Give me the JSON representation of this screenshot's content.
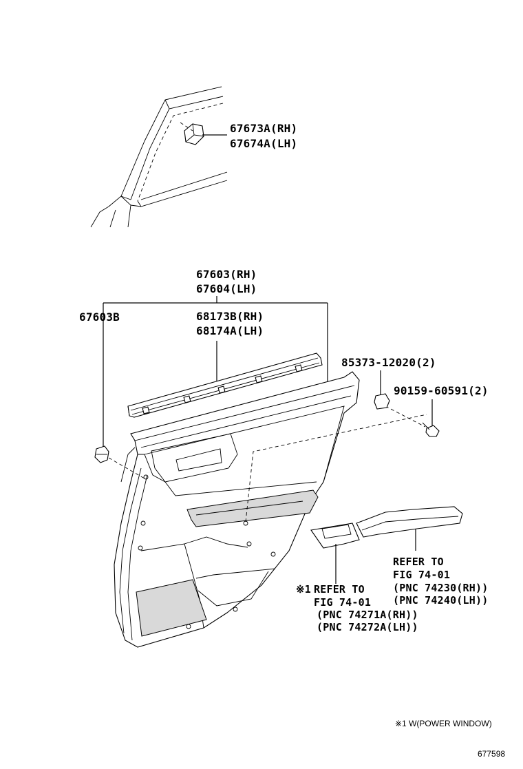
{
  "labels": {
    "part_67673a": "67673A(RH)",
    "part_67674a": "67674A(LH)",
    "part_67603": "67603(RH)",
    "part_67604": "67604(LH)",
    "part_67603b": "67603B",
    "part_68173b": "68173B(RH)",
    "part_68174a": "68174A(LH)",
    "part_85373": "85373-12020(2)",
    "part_90159": "90159-60591(2)",
    "ref_right_1": "REFER TO",
    "ref_right_2": "FIG 74-01",
    "ref_right_3": "(PNC 74230(RH))",
    "ref_right_4": "(PNC 74240(LH))",
    "ref_left_mark": "※1",
    "ref_left_1": "REFER TO",
    "ref_left_2": "FIG 74-01",
    "ref_left_3": "(PNC 74271A(RH))",
    "ref_left_4": "(PNC 74272A(LH))"
  },
  "footnote": "※1 W(POWER WINDOW)",
  "figure_number": "677598"
}
